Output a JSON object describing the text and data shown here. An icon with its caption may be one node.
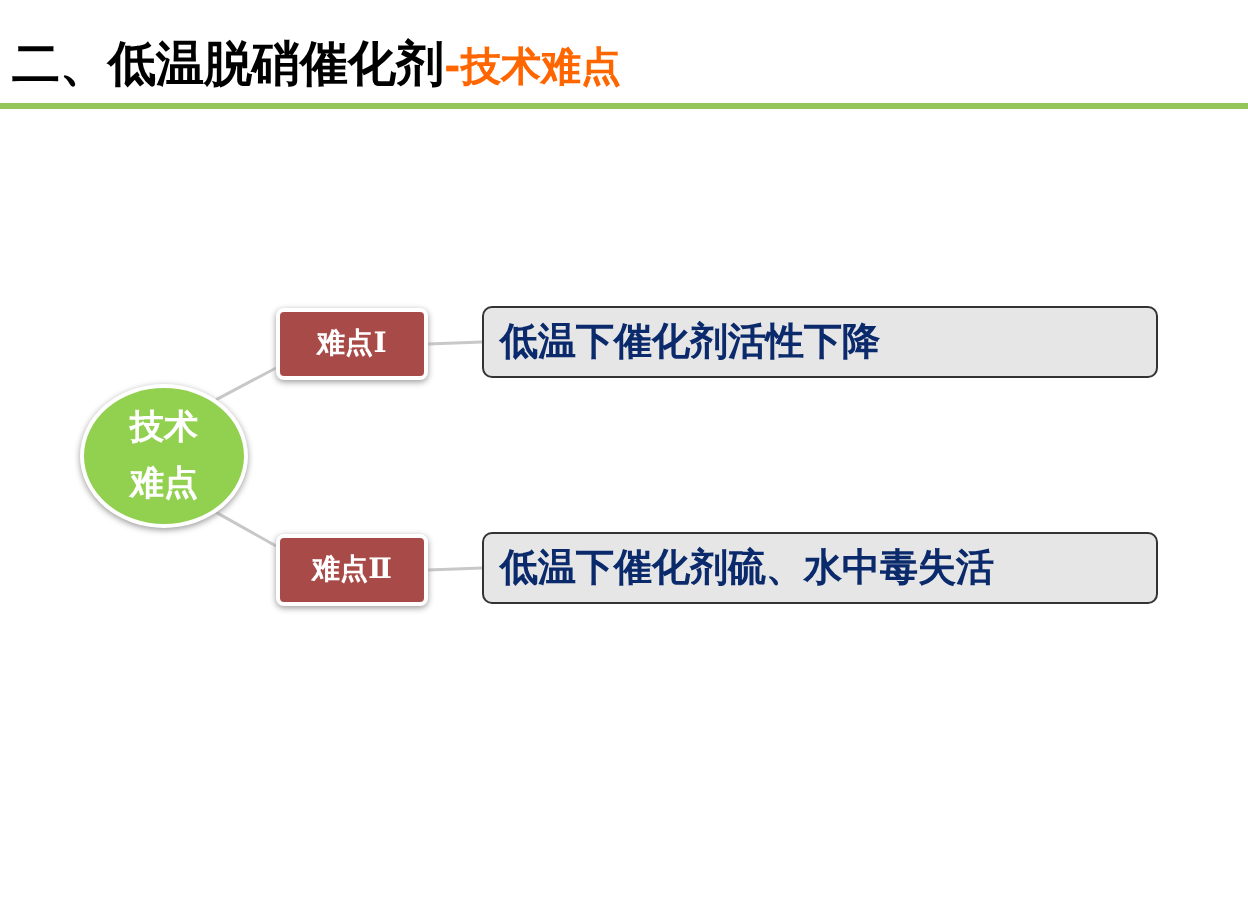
{
  "diagram": {
    "title": "二、低温脱硝催化剂",
    "nodes": [
      {
        "text": [
          "技术难点"
        ]
      },
      {
        "text": [
          "难点Ⅰ"
        ]
      },
      {
        "text": [
          "低温下催化剂活性下降"
        ]
      },
      {
        "text": [
          "难点Ⅱ"
        ]
      },
      {
        "text": [
          "低温下催化剂硫、水中毒失活"
        ]
      }
    ],
    "edges": [
      {
        "from": 0,
        "to": 1,
        "arrow": "none"
      },
      {
        "from": 1,
        "to": 2,
        "arrow": "none"
      },
      {
        "from": 0,
        "to": 3,
        "arrow": "none"
      },
      {
        "from": 3,
        "to": 4,
        "arrow": "none"
      }
    ],
    "labels": [
      "-技术难点"
    ]
  }
}
